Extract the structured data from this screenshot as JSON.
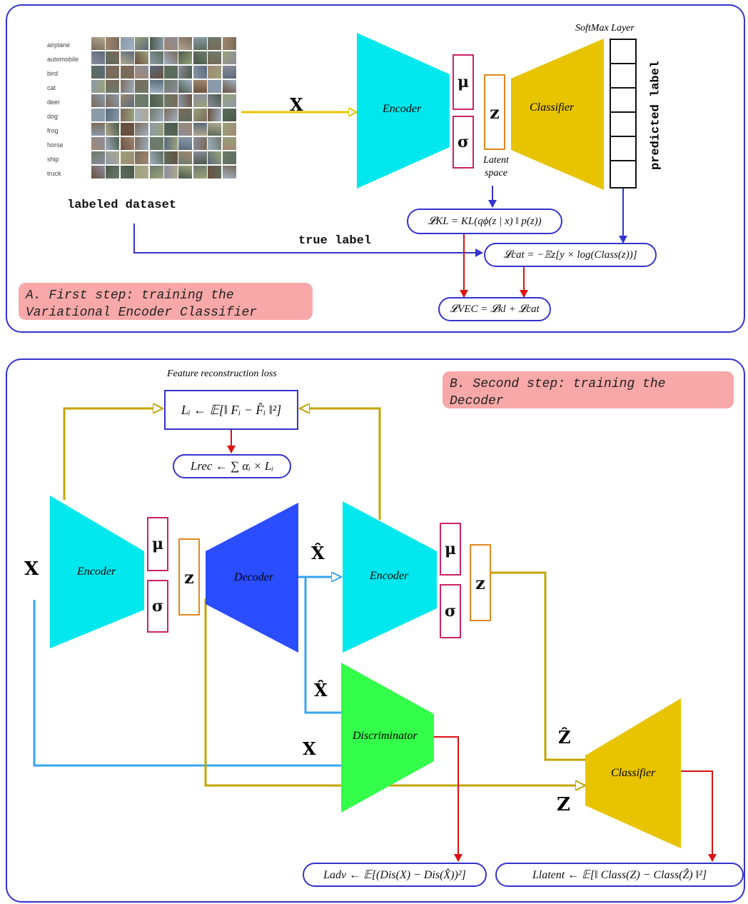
{
  "panel_a": {
    "classes": [
      "airplane",
      "automobile",
      "bird",
      "cat",
      "deer",
      "dog",
      "frog",
      "horse",
      "ship",
      "truck"
    ],
    "dataset_label": "labeled dataset",
    "x_label": "X",
    "encoder_label": "Encoder",
    "mu": "μ",
    "sigma": "σ",
    "z": "z",
    "latent_space": "Latent space",
    "classifier_label": "Classifier",
    "softmax_label": "SoftMax Layer",
    "predicted_label": "predicted label",
    "true_label": "true label",
    "loss_kl": "𝓛KL = KL(qϕ(z | x) ‖ p(z))",
    "loss_cat": "𝓛cat = −𝔼z[y × log(Class(z))]",
    "loss_vec": "𝓛VEC = 𝓛kl + 𝓛cat",
    "step_note": "A. First step: training the Variational Encoder Classifier"
  },
  "panel_b": {
    "feature_loss_title": "Feature reconstruction loss",
    "loss_li": "Lᵢ ← 𝔼[‖ Fᵢ − F̂ᵢ ‖²]",
    "loss_rec": "Lrec ← ∑ αᵢ × Lᵢ",
    "step_note": "B. Second step: training the Decoder",
    "x_input": "X",
    "encoder1": "Encoder",
    "mu": "μ",
    "sigma": "σ",
    "z": "z",
    "decoder": "Decoder",
    "x_hat": "X̂",
    "encoder2": "Encoder",
    "discriminator": "Discriminator",
    "x_hat2": "X̂",
    "x_label2": "X",
    "z_hat": "Ẑ",
    "z_label": "Z",
    "classifier": "Classifier",
    "loss_adv": "Ladv ← 𝔼[(Dis(X) − Dis(X̂))²]",
    "loss_latent": "Llatent ← 𝔼[‖ Class(Z) − Class(Ẑ) ‖²]"
  },
  "colors": {
    "encoder": "#00e8ee",
    "classifier": "#e8c400",
    "decoder": "#2a4dff",
    "discriminator": "#33ff4a",
    "note_bg": "#f8a8a8",
    "border": "#3333cc"
  }
}
